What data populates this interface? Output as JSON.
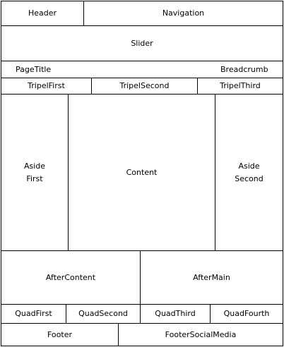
{
  "layout_regions": {
    "header": "Header",
    "navigation": "Navigation",
    "slider": "Slider",
    "page_title": "PageTitle",
    "breadcrumb": "Breadcrumb",
    "tripel_first": "TripelFirst",
    "tripel_second": "TripelSecond",
    "tripel_third": "TripelThird",
    "aside_first": "Aside\nFirst",
    "content": "Content",
    "aside_second": "Aside\nSecond",
    "after_content": "AfterContent",
    "after_main": "AfterMain",
    "quad_first": "QuadFirst",
    "quad_second": "QuadSecond",
    "quad_third": "QuadThird",
    "quad_fourth": "QuadFourth",
    "footer": "Footer",
    "footer_social_media": "FooterSocialMedia"
  }
}
